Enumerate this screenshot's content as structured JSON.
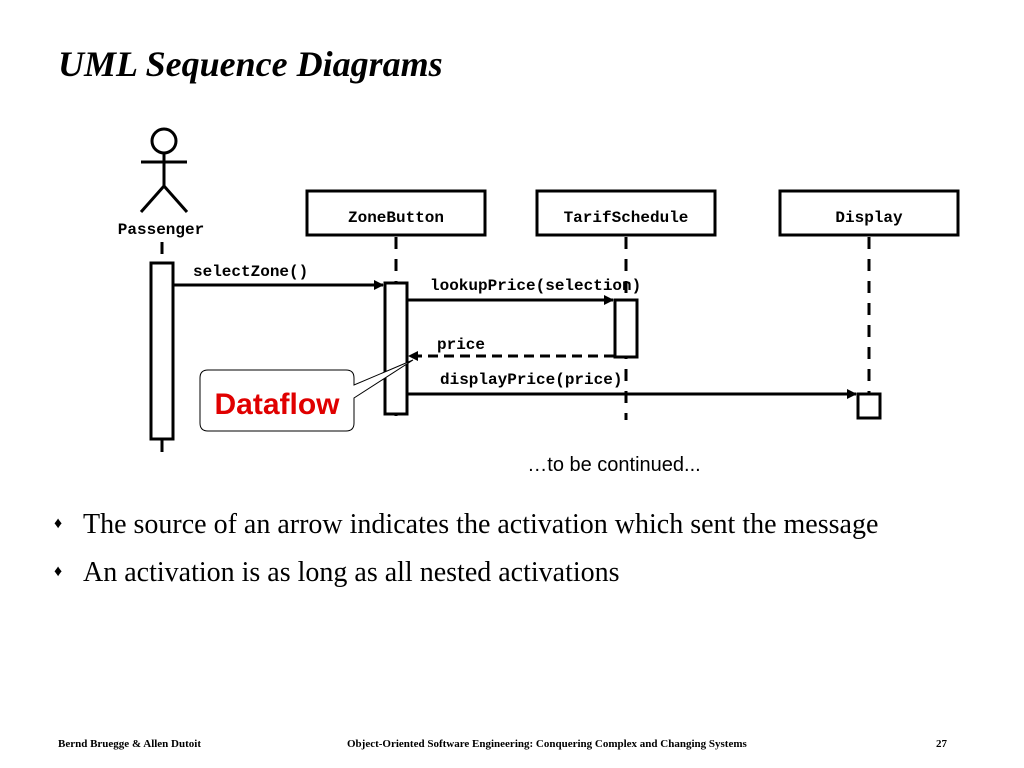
{
  "slide": {
    "title": "UML Sequence Diagrams"
  },
  "diagram": {
    "actor": {
      "label": "Passenger"
    },
    "objects": [
      {
        "label": "ZoneButton"
      },
      {
        "label": "TarifSchedule"
      },
      {
        "label": "Display"
      }
    ],
    "messages": [
      {
        "label": "selectZone()",
        "style": "solid"
      },
      {
        "label": "lookupPrice(selection)",
        "style": "solid"
      },
      {
        "label": "price",
        "style": "dashed"
      },
      {
        "label": "displayPrice(price)",
        "style": "solid"
      }
    ],
    "callout": {
      "label": "Dataflow",
      "color": "#e00000"
    },
    "continuation": "…to be continued..."
  },
  "bullets": [
    {
      "text": "The source of an arrow indicates the activation which sent the message"
    },
    {
      "text": "An activation is as long as all nested activations"
    }
  ],
  "footer": {
    "authors": "Bernd Bruegge & Allen Dutoit",
    "book": "Object-Oriented Software Engineering: Conquering Complex and Changing Systems",
    "page": "27"
  }
}
